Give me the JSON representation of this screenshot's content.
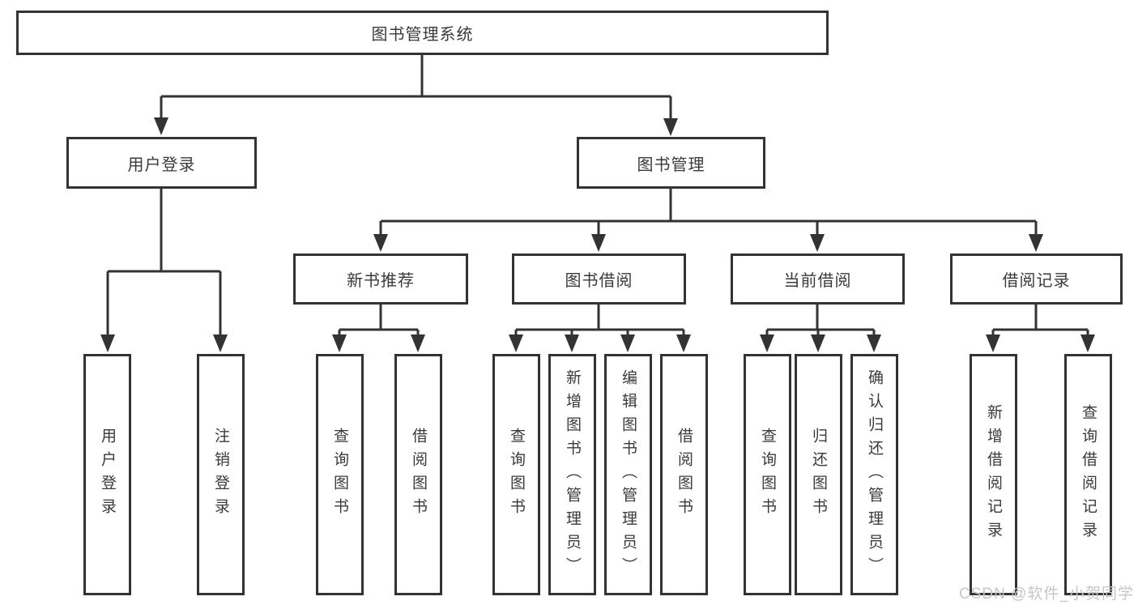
{
  "diagram": {
    "root": {
      "label": "图书管理系统"
    },
    "level2": [
      {
        "id": "user-login",
        "label": "用户登录"
      },
      {
        "id": "book-management",
        "label": "图书管理"
      }
    ],
    "level3": [
      {
        "id": "new-book-recommend",
        "label": "新书推荐",
        "parent": "book-management"
      },
      {
        "id": "book-borrowing",
        "label": "图书借阅",
        "parent": "book-management"
      },
      {
        "id": "current-borrowing",
        "label": "当前借阅",
        "parent": "book-management"
      },
      {
        "id": "borrowing-records",
        "label": "借阅记录",
        "parent": "book-management"
      }
    ],
    "leaves": [
      {
        "label": "用户登录",
        "parent": "user-login"
      },
      {
        "label": "注销登录",
        "parent": "user-login"
      },
      {
        "label": "查询图书",
        "parent": "new-book-recommend"
      },
      {
        "label": "借阅图书",
        "parent": "new-book-recommend"
      },
      {
        "label": "查询图书",
        "parent": "book-borrowing"
      },
      {
        "label": "新增图书（管理员）",
        "parent": "book-borrowing"
      },
      {
        "label": "编辑图书（管理员）",
        "parent": "book-borrowing"
      },
      {
        "label": "借阅图书",
        "parent": "book-borrowing"
      },
      {
        "label": "查询图书",
        "parent": "current-borrowing"
      },
      {
        "label": "归还图书",
        "parent": "current-borrowing"
      },
      {
        "label": "确认归还（管理员）",
        "parent": "current-borrowing"
      },
      {
        "label": "新增借阅记录",
        "parent": "borrowing-records"
      },
      {
        "label": "查询借阅记录",
        "parent": "borrowing-records"
      }
    ],
    "watermark": "CSDN @软件_小贺同学",
    "colors": {
      "line": "#333333",
      "text": "#3a3a3a",
      "background": "#ffffff",
      "watermark": "#c6c6c6"
    }
  }
}
